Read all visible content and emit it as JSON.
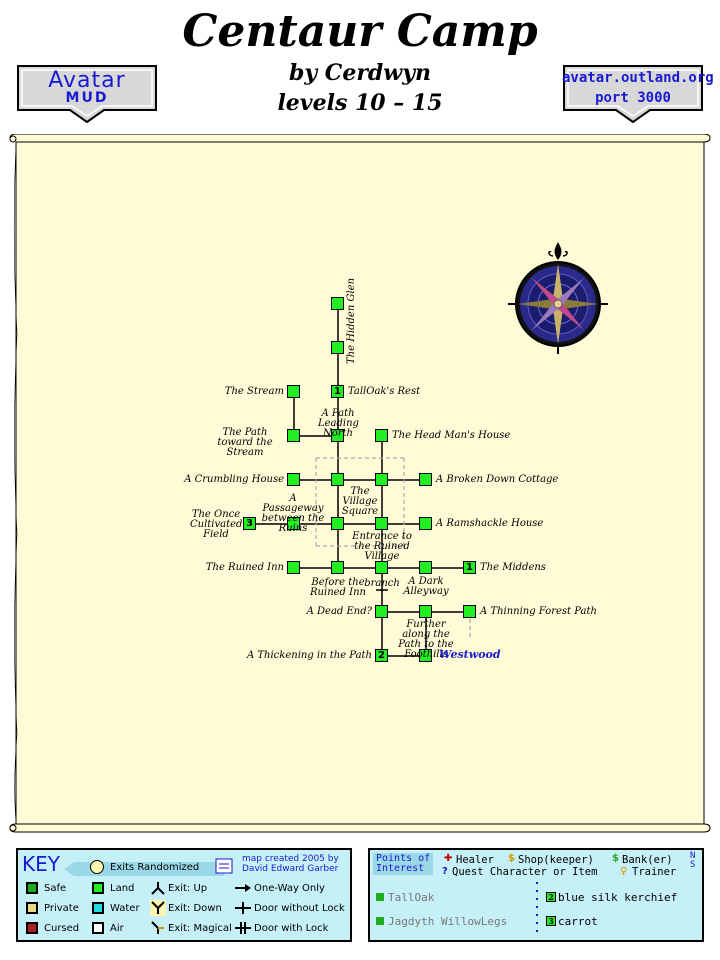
{
  "header": {
    "title": "Centaur Camp",
    "author": "by Cerdwyn",
    "levels": "levels 10 – 15"
  },
  "banner_left": {
    "line1": "Avatar",
    "line2": "MUD"
  },
  "banner_right": {
    "line1": "avatar.outland.org",
    "line2": "port 3000"
  },
  "map": {
    "rooms": {
      "hidden_glen": "The Hidden Glen",
      "talloak_rest": "TallOak's Rest",
      "stream": "The Stream",
      "path_toward_stream": "The Path toward the Stream",
      "path_leading_north": "A Path Leading North",
      "head_mans_house": "The Head Man's House",
      "crumbling_house": "A Crumbling House",
      "broken_down_cottage": "A Broken Down Cottage",
      "passageway": "A Passageway between the Ruins",
      "village_square": "The Village Square",
      "once_cultivated": "The Once Cultivated Field",
      "ramshackle_house": "A Ramshackle House",
      "entrance_ruined_village": "Entrance to the Ruined Village",
      "ruined_inn": "The Ruined Inn",
      "before_ruined_inn": "Before the Ruined Inn",
      "branch": "branch",
      "dark_alleyway": "A Dark Alleyway",
      "middens": "The Middens",
      "dead_end": "A Dead End?",
      "further_along": "Further along the Path to the Foothills",
      "thinning_forest": "A Thinning Forest Path",
      "thickening": "A Thickening in the Path",
      "westwood": "Westwood"
    },
    "room_numbers": {
      "field": "3",
      "thickening": "2",
      "talloak": "1",
      "middens": "1"
    }
  },
  "key": {
    "title": "KEY",
    "exits_randomized": "Exits Randomized",
    "credit_line1": "map created 2005 by",
    "credit_line2": "David Edward Garber",
    "items": [
      {
        "label": "Safe",
        "color": "#22aa22"
      },
      {
        "label": "Private",
        "color": "#e8d888"
      },
      {
        "label": "Cursed",
        "color": "#aa2222"
      },
      {
        "label": "Land",
        "color": "#22ee22"
      },
      {
        "label": "Water",
        "color": "#22dddd"
      },
      {
        "label": "Air",
        "color": "#ffffff"
      }
    ],
    "exits": [
      "Exit: Up",
      "Exit: Down",
      "Exit: Magical"
    ],
    "doors": [
      "One-Way Only",
      "Door without Lock",
      "Door with Lock"
    ]
  },
  "poi": {
    "title_line1": "Points of",
    "title_line2": "Interest",
    "legend": [
      "Healer",
      "Shop(keeper)",
      "Bank(er)",
      "Quest Character or Item",
      "Trainer"
    ],
    "compass_letters": "N S",
    "characters": [
      "TallOak",
      "Jagdyth WillowLegs"
    ],
    "items": [
      {
        "num": "2",
        "name": "blue silk kerchief"
      },
      {
        "num": "3",
        "name": "carrot"
      }
    ]
  }
}
